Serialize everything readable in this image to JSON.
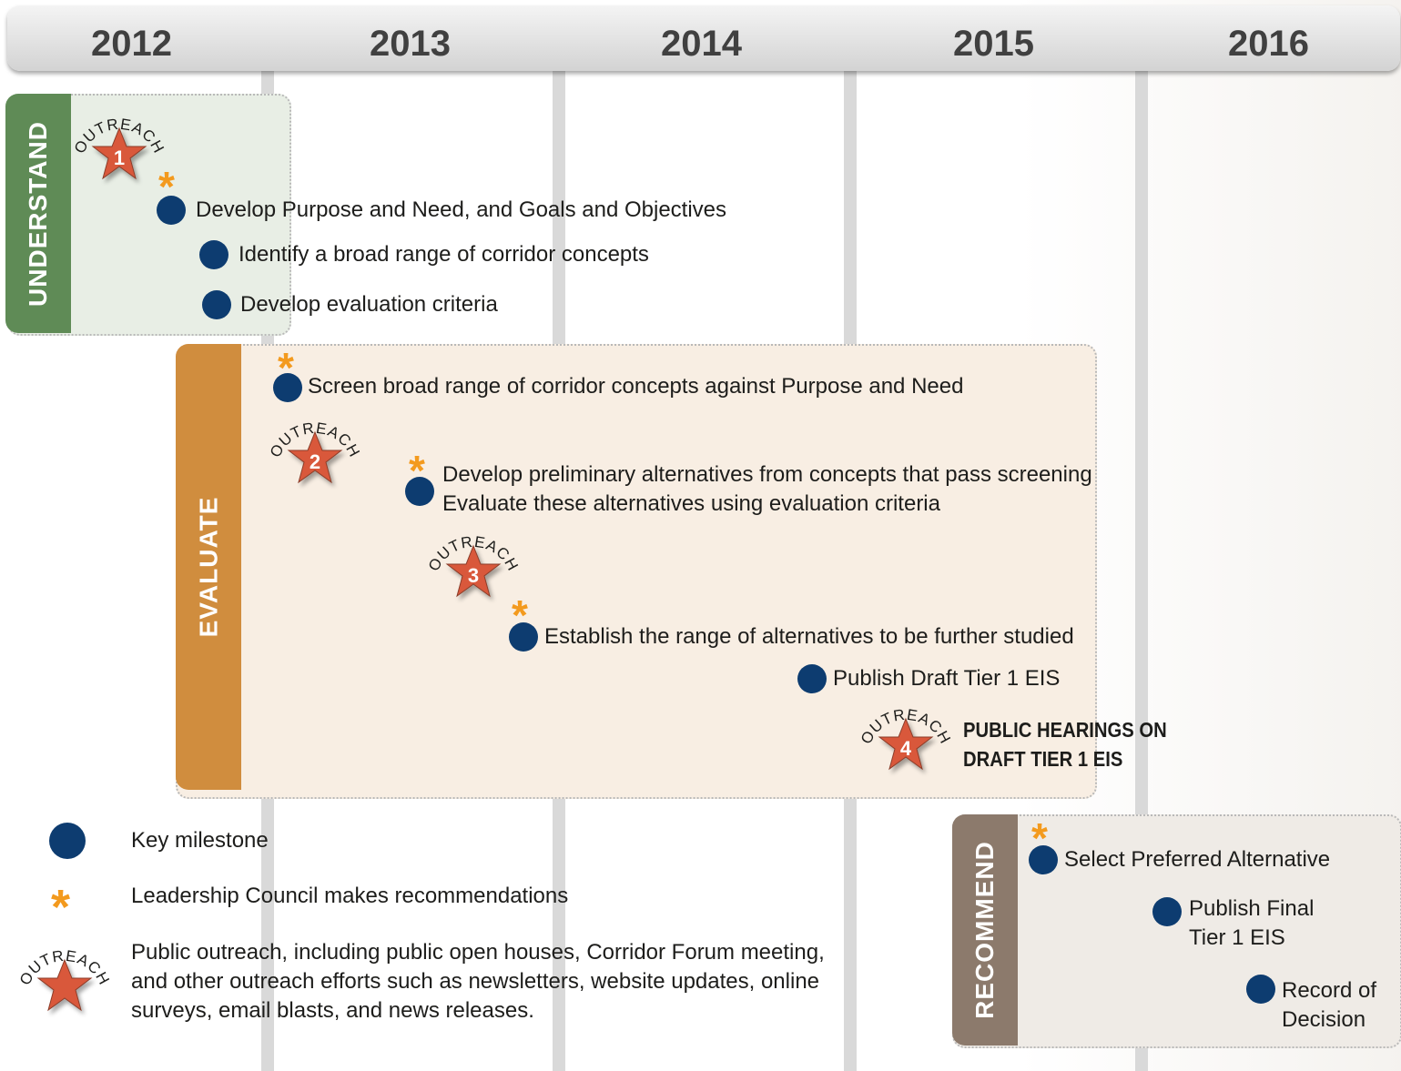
{
  "years": [
    "2012",
    "2013",
    "2014",
    "2015",
    "2016"
  ],
  "phases": {
    "understand": "UNDERSTAND",
    "evaluate": "EVALUATE",
    "recommend": "RECOMMEND"
  },
  "outreach_word": "OUTREACH",
  "outreach_numbers": [
    "1",
    "2",
    "3",
    "4"
  ],
  "milestones": [
    "Develop Purpose and Need, and Goals and Objectives",
    "Identify a broad range of corridor concepts",
    "Develop evaluation criteria",
    "Screen broad range of corridor concepts against Purpose and Need",
    "Develop preliminary alternatives from concepts that pass screening",
    "Evaluate these alternatives using evaluation criteria",
    "Establish the range of alternatives to be further studied",
    "Publish Draft Tier 1 EIS",
    "Select Preferred Alternative",
    "Publish Final",
    "Tier 1 EIS",
    "Record of",
    "Decision"
  ],
  "hearings": [
    "PUBLIC HEARINGS ON",
    "DRAFT TIER 1 EIS"
  ],
  "legend": {
    "milestone": "Key milestone",
    "council": "Leadership Council makes recommendations",
    "outreach_lines": [
      "Public outreach, including public open houses, Corridor Forum meeting,",
      "and other outreach efforts such as newsletters, website updates, online",
      "surveys, email blasts, and news releases."
    ]
  },
  "colors": {
    "milestone_dot": "#0d3c70",
    "asterisk": "#f39a1e",
    "star": "#d9583a",
    "understand": "#5f8b56",
    "evaluate": "#d08d3e",
    "recommend": "#8c7a6c"
  }
}
